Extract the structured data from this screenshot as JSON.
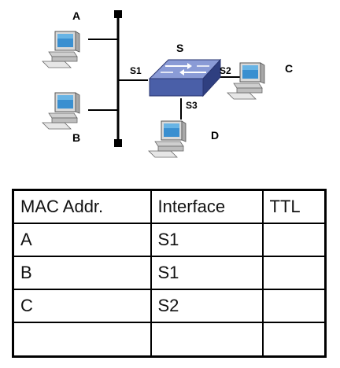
{
  "diagram": {
    "switch_label": "S",
    "hosts": {
      "a": "A",
      "b": "B",
      "c": "C",
      "d": "D"
    },
    "ports": {
      "s1": "S1",
      "s2": "S2",
      "s3": "S3"
    }
  },
  "table": {
    "headers": [
      "MAC Addr.",
      "Interface",
      "TTL"
    ],
    "rows": [
      [
        "A",
        "S1",
        ""
      ],
      [
        "B",
        "S1",
        ""
      ],
      [
        "C",
        "S2",
        ""
      ],
      [
        "",
        "",
        ""
      ]
    ]
  },
  "colors": {
    "switch_top": "#8a9bd6",
    "switch_front": "#4a5fa8",
    "switch_side": "#2f3f80",
    "screen": "#3a8fd0",
    "case": "#d8d8d8"
  }
}
